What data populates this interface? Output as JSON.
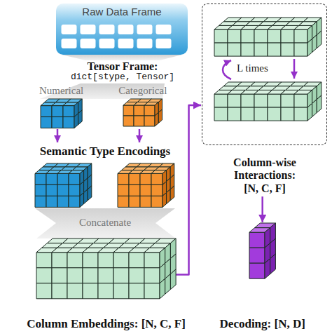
{
  "diagram": {
    "nodes": [
      {
        "text": [
          "Raw Data Frame"
        ]
      },
      {
        "text": [
          "Numerical"
        ]
      },
      {
        "text": [
          "Categorical"
        ]
      },
      {
        "text": [
          "Column Embeddings: [N, C, F]"
        ]
      },
      {
        "text": [
          "Column-wise Interactions: [N, C, F]"
        ]
      },
      {
        "text": [
          "Decoding: [N, D]"
        ]
      }
    ],
    "edges": [
      {
        "from": 3,
        "to": 4,
        "arrow": "to"
      },
      {
        "from": 4,
        "to": 5,
        "arrow": "to"
      }
    ],
    "labels": [
      "Tensor Frame:",
      "dict[stype, Tensor]",
      "Semantic Type Encodings",
      "Concatenate",
      "L times"
    ]
  }
}
